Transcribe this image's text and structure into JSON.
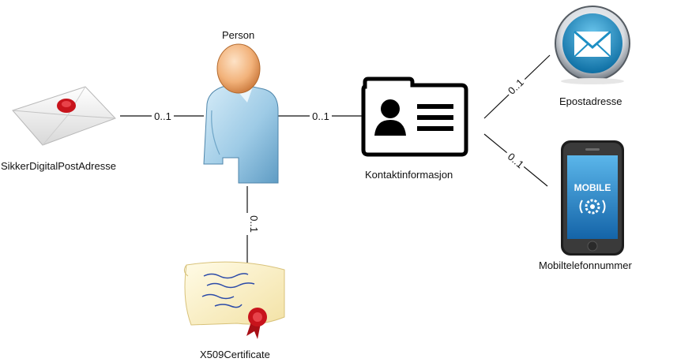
{
  "nodes": {
    "person": {
      "label": "Person",
      "icon": "person-icon"
    },
    "sikker": {
      "label": "SikkerDigitalPostAdresse",
      "icon": "sealed-envelope-icon"
    },
    "kontakt": {
      "label": "Kontaktinformasjon",
      "icon": "contact-card-icon"
    },
    "epost": {
      "label": "Epostadresse",
      "icon": "mail-icon"
    },
    "mobil": {
      "label": "Mobiltelefonnummer",
      "icon": "mobile-phone-icon",
      "screen_text": "MOBILE"
    },
    "cert": {
      "label": "X509Certificate",
      "icon": "certificate-icon"
    }
  },
  "edges": {
    "person_sikker": "0..1",
    "person_kontakt": "0..1",
    "person_cert": "0..1",
    "kontakt_epost": "0..1",
    "kontakt_mobil": "0..1"
  },
  "colors": {
    "line": "#111111",
    "person_body": "#9ecbe6",
    "person_head": "#f2b27a",
    "seal": "#c8141c",
    "mail_blue": "#1d8fc4"
  }
}
